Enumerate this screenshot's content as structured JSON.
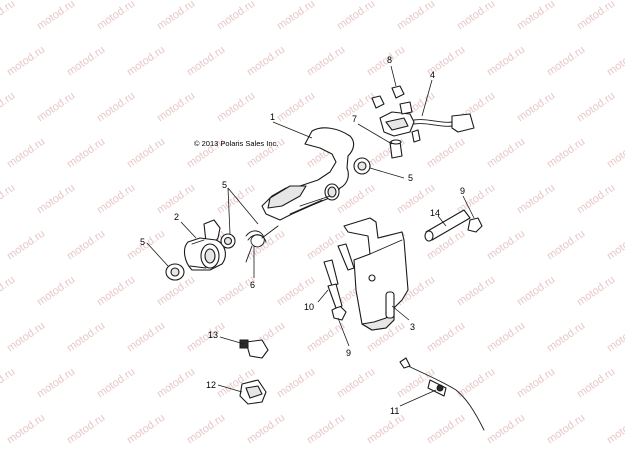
{
  "copyright": "© 2013 Polaris Sales Inc.",
  "watermark": "motod.ru",
  "colors": {
    "watermark": "#e8c8c8",
    "line": "#1a1a1a",
    "background": "#ffffff"
  },
  "callouts": {
    "c1": "1",
    "c2": "2",
    "c3": "3",
    "c4": "4",
    "c5a": "5",
    "c5b": "5",
    "c5c": "5",
    "c6": "6",
    "c7": "7",
    "c8": "8",
    "c9a": "9",
    "c9b": "9",
    "c10": "10",
    "c11": "11",
    "c12": "12",
    "c13": "13",
    "c14": "14"
  }
}
